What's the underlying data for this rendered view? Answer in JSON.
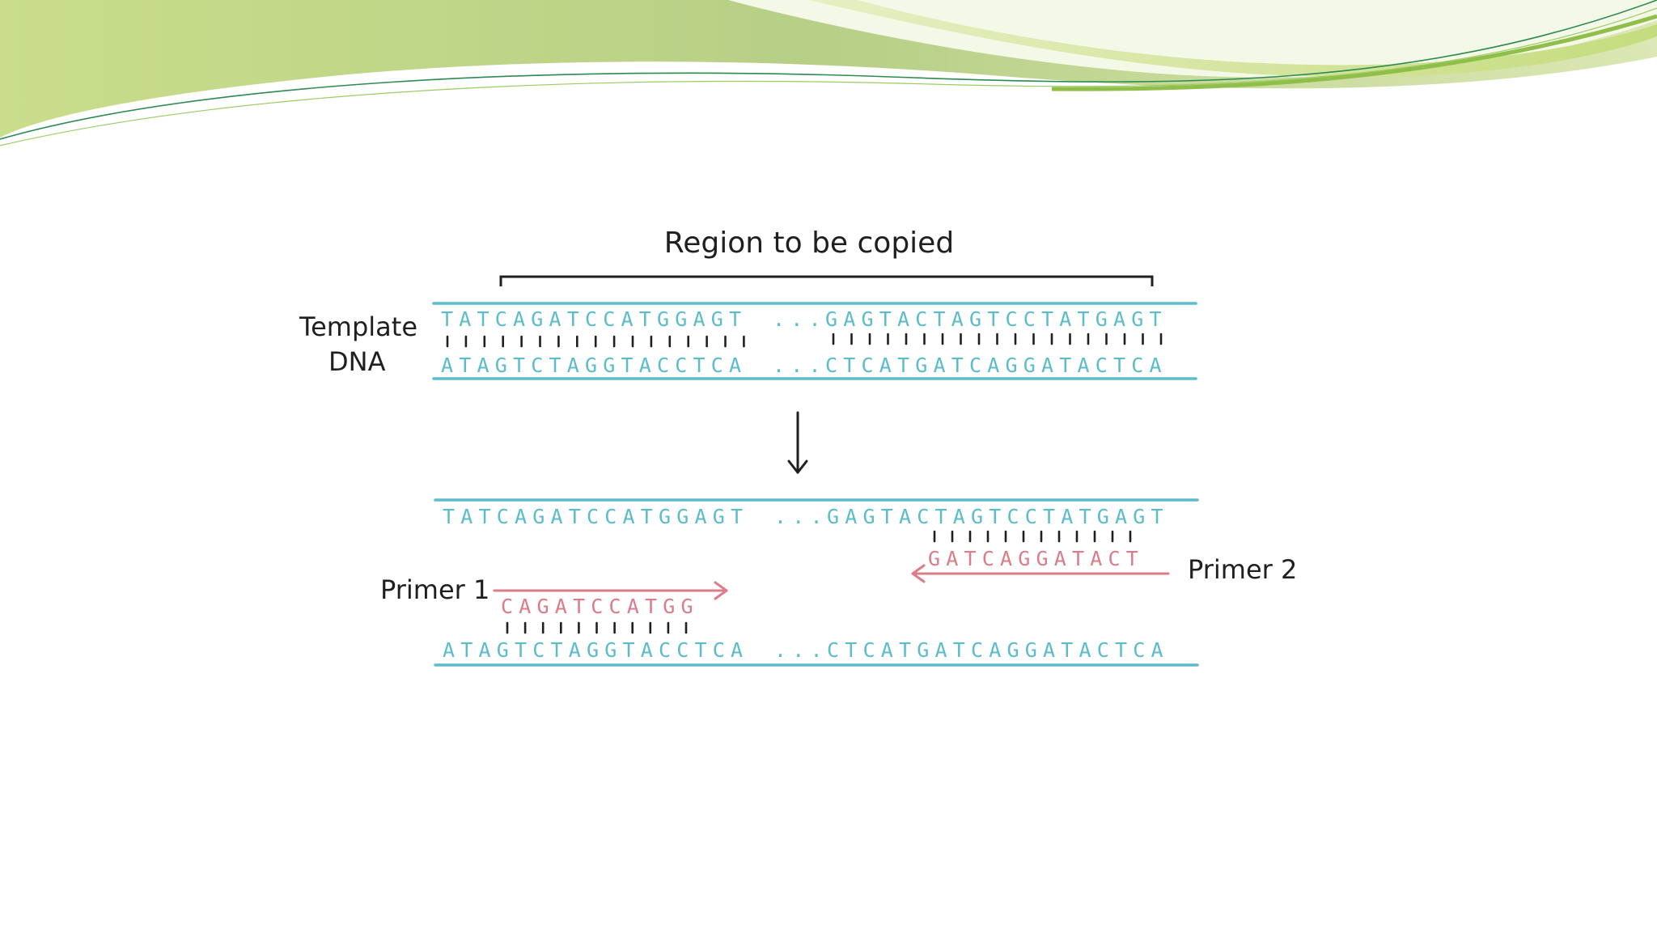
{
  "slide": {
    "accent_colors": {
      "strand": "#5bbccb",
      "primer": "#db7c88",
      "banner_light": "#d8e8a8",
      "banner_dark": "#6aa63a"
    }
  },
  "diagram": {
    "region_label": "Region to be copied",
    "template_label_line1": "Template",
    "template_label_line2": "DNA",
    "template": {
      "top_left": "TATCAGATCCATGGAGT",
      "top_right": "GAGTACTAGTCCTATGAGT",
      "bottom_left": "ATAGTCTAGGTACCTCA",
      "bottom_right": "CTCATGATCAGGATACTCA",
      "ellipsis": "..."
    },
    "result": {
      "top_left": "TATCAGATCCATGGAGT",
      "top_right": "GAGTACTAGTCCTATGAGT",
      "bottom_left": "ATAGTCTAGGTACCTCA",
      "bottom_right": "CTCATGATCAGGATACTCA",
      "ellipsis": "..."
    },
    "primer1": {
      "label": "Primer 1",
      "sequence": "CAGATCCATGG"
    },
    "primer2": {
      "label": "Primer 2",
      "sequence": "GATCAGGATACT"
    }
  }
}
